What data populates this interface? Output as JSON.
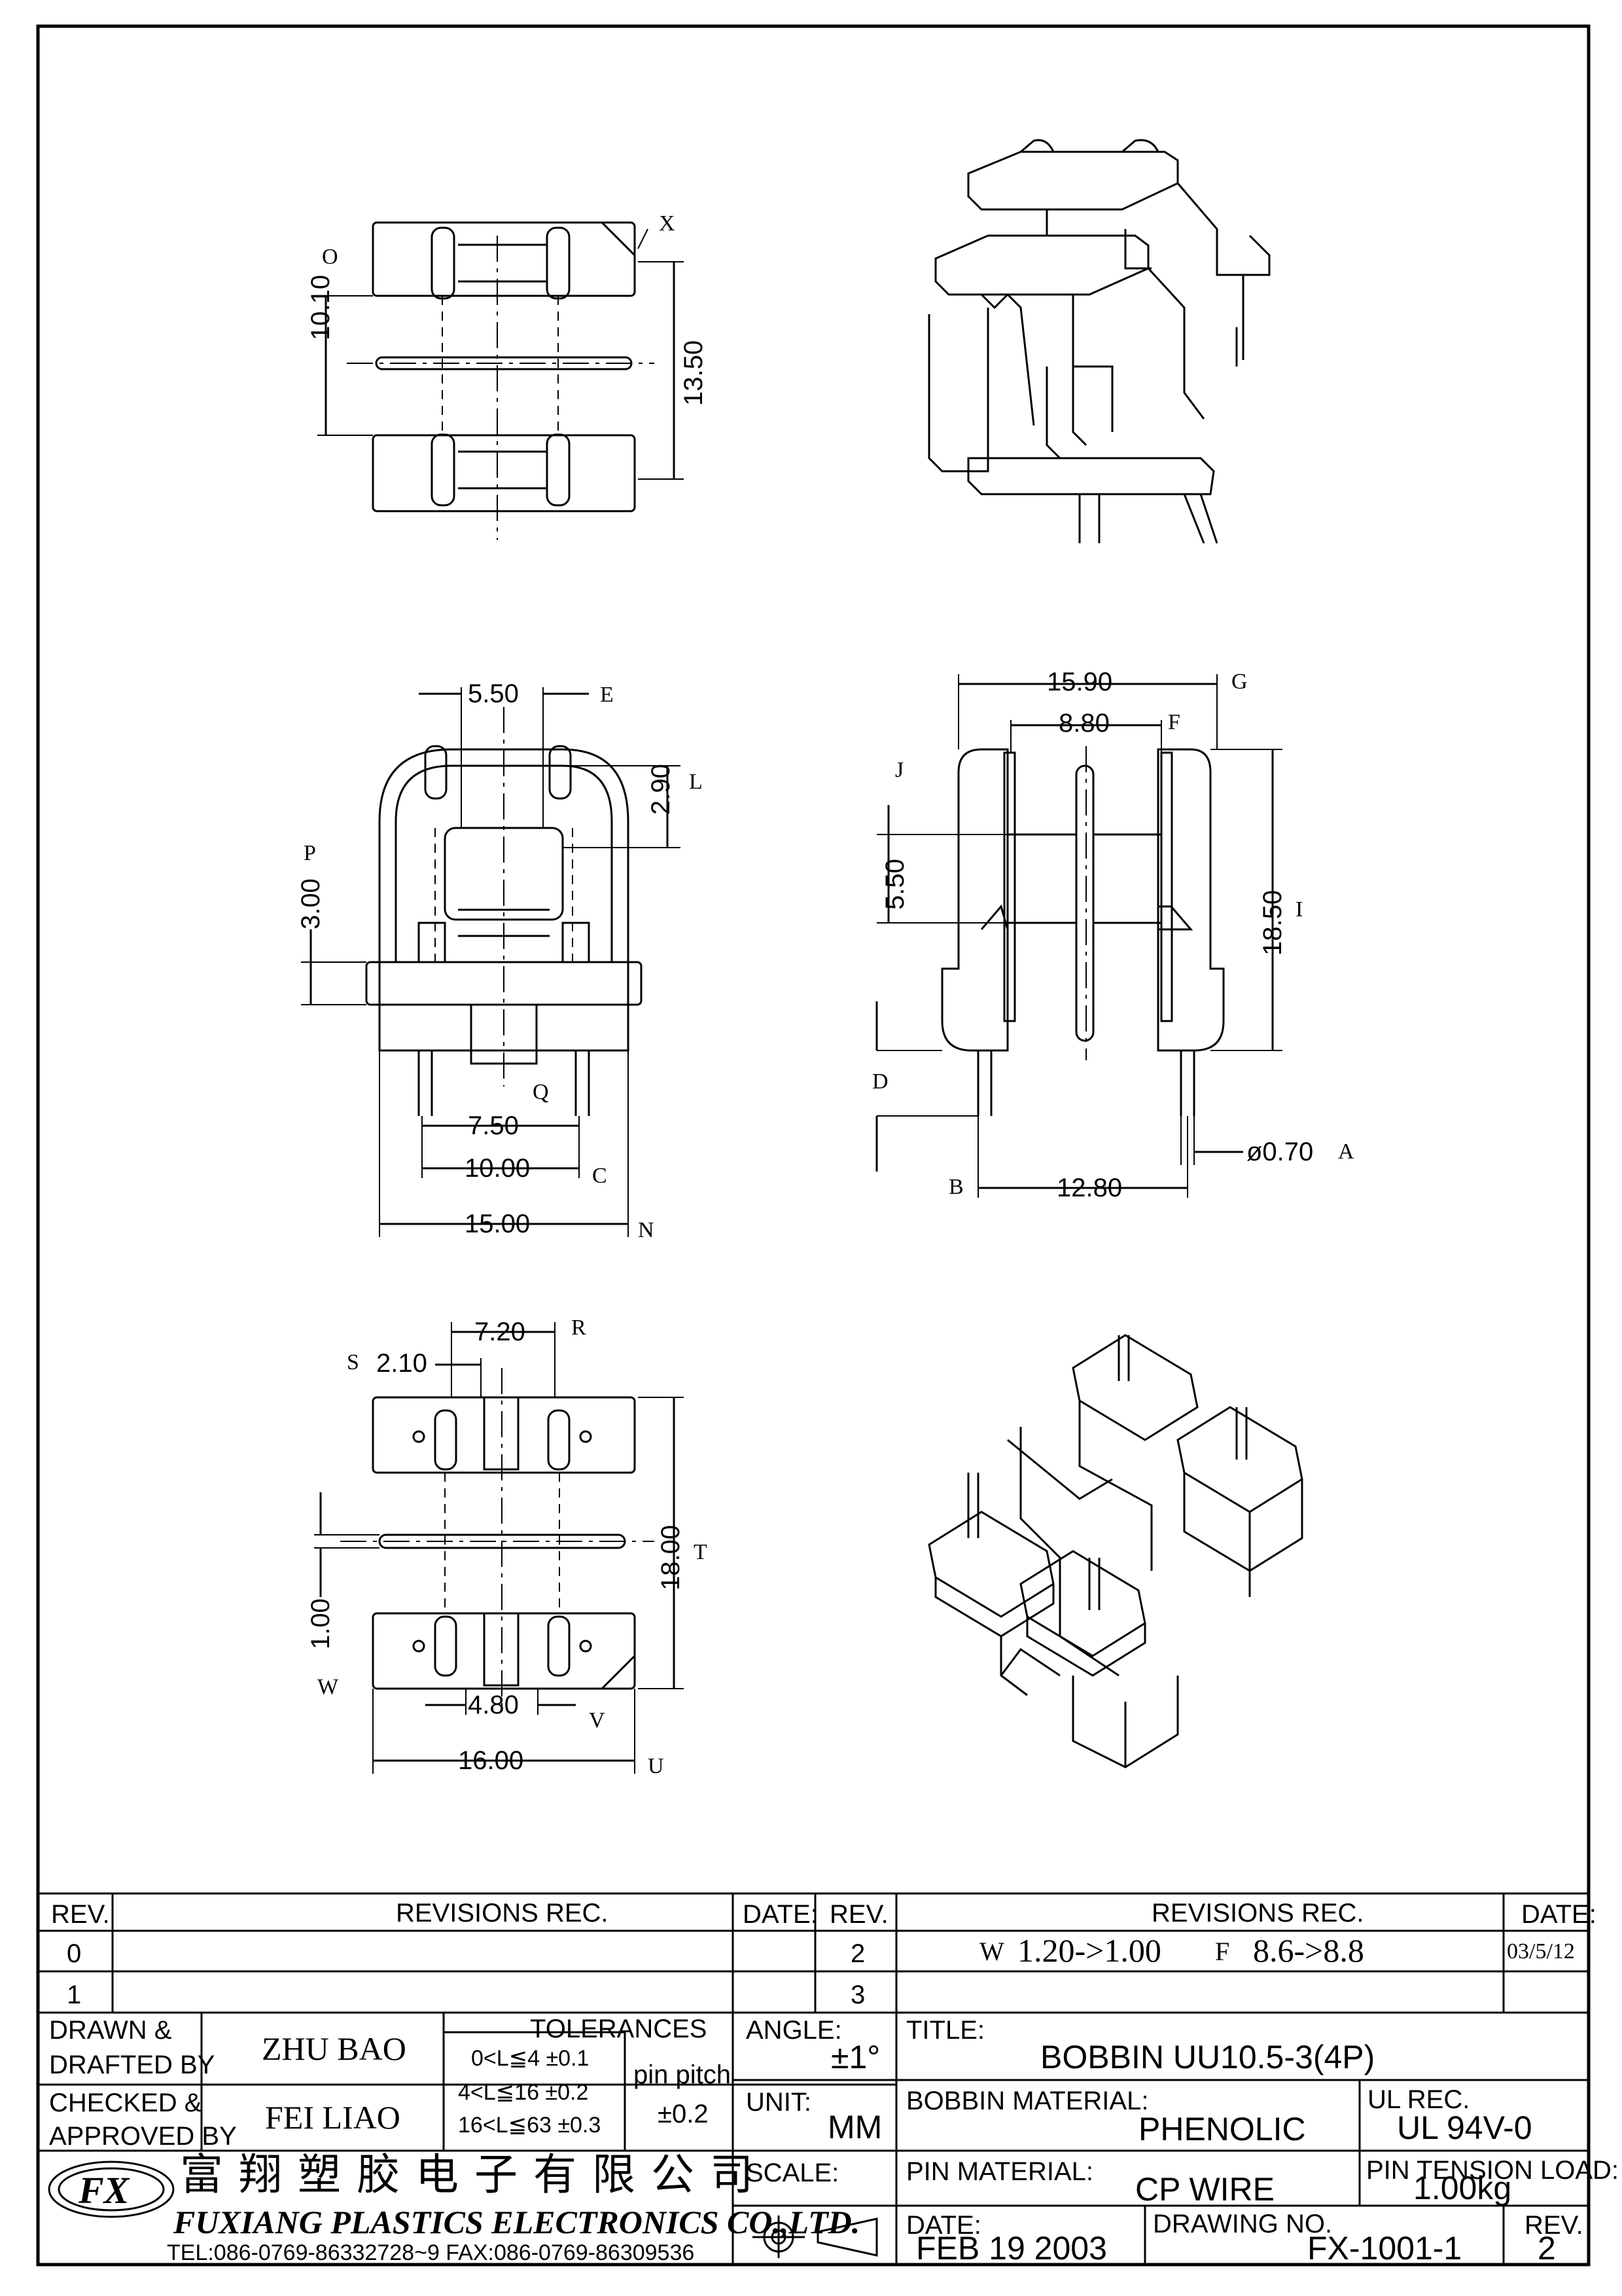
{
  "dimensions": {
    "top_left": {
      "d1": "10.10",
      "d2": "13.50",
      "b1": "O",
      "b2": "X"
    },
    "front": {
      "d1": "5.50",
      "d2": "2.90",
      "d3": "3.00",
      "d4": "7.50",
      "d5": "10.00",
      "d6": "15.00",
      "b1": "E",
      "b2": "L",
      "b3": "P",
      "b4": "Q",
      "b5": "C",
      "b6": "N"
    },
    "side": {
      "d1": "15.90",
      "d2": "8.80",
      "d3": "5.50",
      "d4": "18.50",
      "d5": "ø0.70",
      "d6": "12.80",
      "b1": "G",
      "b2": "F",
      "b3": "J",
      "b4": "I",
      "b5": "D",
      "b6": "A",
      "b7": "B"
    },
    "bottom": {
      "d1": "7.20",
      "d2": "2.10",
      "d3": "18.00",
      "d4": "1.00",
      "d5": "4.80",
      "d6": "16.00",
      "b1": "R",
      "b2": "S",
      "b3": "T",
      "b4": "W",
      "b5": "V",
      "b6": "U"
    }
  },
  "revisions": {
    "left_header": {
      "rev": "REV.",
      "title": "REVISIONS   REC.",
      "date": "DATE:"
    },
    "right_header": {
      "rev": "REV.",
      "title": "REVISIONS   REC.",
      "date": "DATE:"
    },
    "left_rows": [
      "0",
      "1"
    ],
    "right_rows": [
      {
        "rev": "2",
        "w_mark": "W",
        "text1": "1.20->1.00",
        "f_mark": "F",
        "text2": "8.6->8.8",
        "date": "03/5/12"
      },
      {
        "rev": "3",
        "w_mark": "",
        "text1": "",
        "f_mark": "",
        "text2": "",
        "date": ""
      }
    ]
  },
  "titleblock": {
    "drawn_label_1": "DRAWN &",
    "drawn_label_2": "DRAFTED BY",
    "drawn_by": "ZHU  BAO",
    "checked_label_1": "CHECKED &",
    "checked_label_2": "APPROVED BY",
    "checked_by": "FEI LIAO",
    "tolerances_label": "TOLERANCES",
    "tol1": "0<L≦4   ±0.1",
    "tol2": "4<L≦16  ±0.2",
    "tol3": "16<L≦63  ±0.3",
    "pin_pitch_label": "pin  pitch",
    "pin_pitch_value": "±0.2",
    "angle_label": "ANGLE:",
    "angle_value": "±1°",
    "unit_label": "UNIT:",
    "unit_value": "MM",
    "scale_label": "SCALE:",
    "title_label": "TITLE:",
    "title_value": "BOBBIN  UU10.5-3(4P)",
    "bobbin_material_label": "BOBBIN  MATERIAL:",
    "bobbin_material_value": "PHENOLIC",
    "ul_rec_label": "UL  REC.",
    "ul_rec_value": "UL  94V-0",
    "pin_material_label": "PIN  MATERIAL:",
    "pin_material_value": "CP  WIRE",
    "pin_tension_label": "PIN  TENSION  LOAD:",
    "pin_tension_value": "1.00kg",
    "date_label": "DATE:",
    "date_value": "FEB  19  2003",
    "drawing_no_label": "DRAWING  NO.",
    "drawing_no_value": "FX-1001-1",
    "rev_label": "REV.",
    "rev_value": "2"
  },
  "company": {
    "logo_text": "FX",
    "name_cn": "富翔塑胶电子有限公司",
    "name_en": "FUXIANG  PLASTICS  ELECTRONICS  CO.,LTD.",
    "contact": "TEL:086-0769-86332728~9   FAX:086-0769-86309536"
  }
}
